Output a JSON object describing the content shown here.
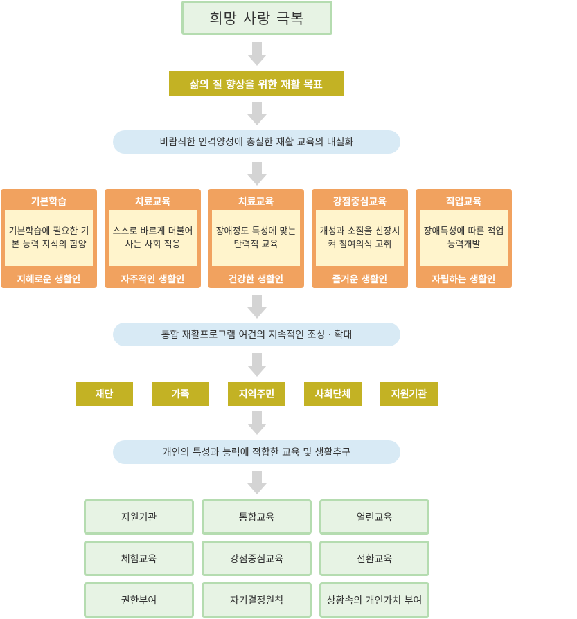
{
  "title": "희망 사랑 극복",
  "goal": "삶의 질 향상을 위한 재활 목표",
  "step1": "바람직한 인격양성에 충실한 재활 교육의 내실화",
  "programs": [
    {
      "title": "기본학습",
      "body": "기본학습에 필요한 기본 능력 지식의 함양",
      "result": "지혜로운 생활인"
    },
    {
      "title": "치료교육",
      "body": "스스로 바르게 더불어 사는 사회 적응",
      "result": "자주적인 생활인"
    },
    {
      "title": "치료교육",
      "body": "장애정도 특성에 맞는 탄력적 교육",
      "result": "건강한 생활인"
    },
    {
      "title": "강점중심교육",
      "body": "개성과 소질을 신장시켜 참여의식 고취",
      "result": "즐거운 생활인"
    },
    {
      "title": "직업교육",
      "body": "장애특성에 따른 적업 능력개발",
      "result": "자립하는 생활인"
    }
  ],
  "step2": "통합 재활프로그램 여건의 지속적인 조성 · 확대",
  "partners": [
    "재단",
    "가족",
    "지역주민",
    "사회단체",
    "지원기관"
  ],
  "step3": "개인의 특성과 능력에 적합한 교육 및 생활추구",
  "outcomes": [
    "지원기관",
    "통합교육",
    "열린교육",
    "체험교육",
    "강점중심교육",
    "전환교육",
    "권한부여",
    "자기결정원칙",
    "상황속의 개인가치 부여"
  ]
}
